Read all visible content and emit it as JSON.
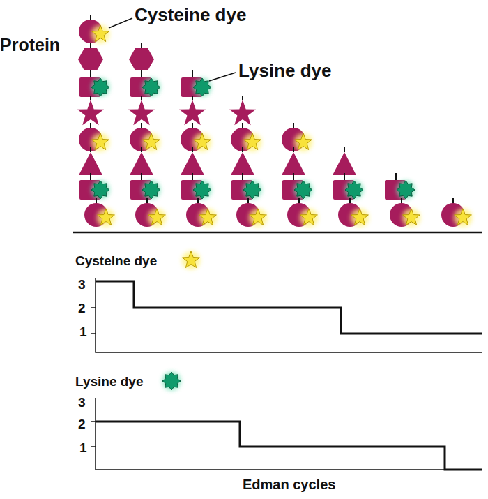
{
  "diagram": {
    "labels": [
      "Protein",
      "Cysteine dye",
      "Lysine dye",
      "Cysteine dye",
      "3",
      "2",
      "1",
      "Lysine dye",
      "3",
      "2",
      "1",
      "Edman cycles"
    ]
  }
}
